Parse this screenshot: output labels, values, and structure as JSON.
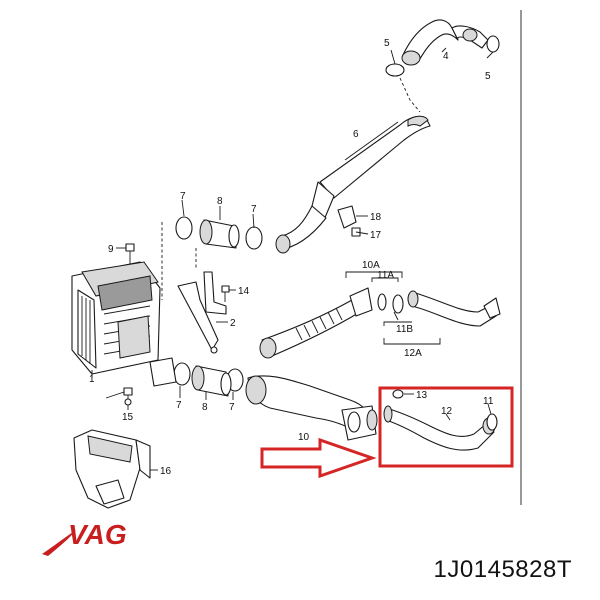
{
  "callouts": {
    "c1": "1",
    "c2": "2",
    "c4": "4",
    "c5a": "5",
    "c5b": "5",
    "c6": "6",
    "c7a": "7",
    "c7b": "7",
    "c7c": "7",
    "c7d": "7",
    "c8a": "8",
    "c8b": "8",
    "c9": "9",
    "c10": "10",
    "c10a": "10A",
    "c11": "11",
    "c11a": "11A",
    "c11b": "11B",
    "c12": "12",
    "c12a": "12A",
    "c13": "13",
    "c14": "14",
    "c15": "15",
    "c16": "16",
    "c17": "17",
    "c18": "18"
  },
  "brand": {
    "logo_text": "VAG"
  },
  "part_number": "1J0145828T",
  "colors": {
    "highlight": "#d52525",
    "brand": "#c81e1e",
    "line": "#1a1a1a"
  }
}
